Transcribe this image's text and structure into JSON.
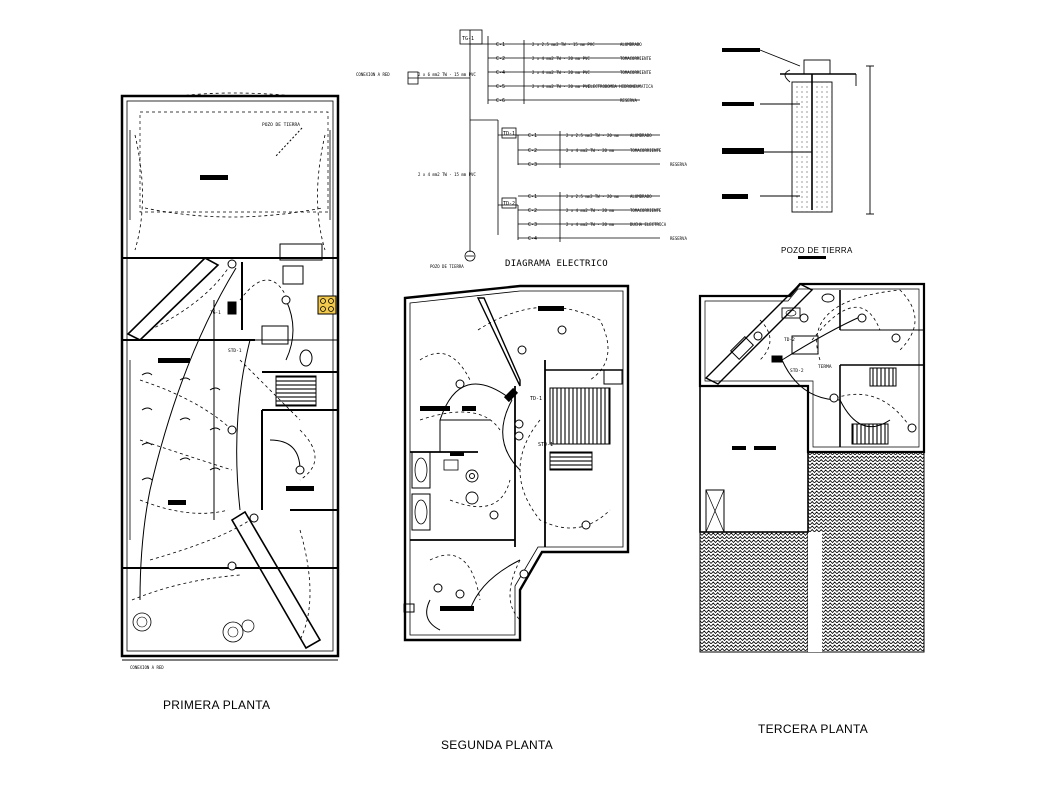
{
  "captions": {
    "primera": "PRIMERA PLANTA",
    "segunda": "SEGUNDA PLANTA",
    "tercera": "TERCERA PLANTA",
    "diagrama": "DIAGRAMA   ELECTRICO",
    "pozo": "POZO DE TIERRA"
  },
  "diagram": {
    "tg": "TG-1",
    "td1": "TD-1",
    "td2": "TD-2",
    "acometida": "CONEXION A RED",
    "acometida_cable": "2 x 6 mm2 TW - 15 mm PVC",
    "feeder": "2 x 4 mm2 TW - 15 mm PVC",
    "pozo_label": "POZO DE TIERRA",
    "tg_circuits": [
      {
        "id": "C-1",
        "cable": "2 x 2.5 mm2 TW - 15 mm PVC",
        "use": "ALUMBRADO"
      },
      {
        "id": "C-2",
        "cable": "2 x 4   mm2 TW - 20 mm PVC",
        "use": "TOMACORRIENTE"
      },
      {
        "id": "C-4",
        "cable": "2 x 4   mm2 TW - 20 mm PVC",
        "use": "TOMACORRIENTE"
      },
      {
        "id": "C-5",
        "cable": "2 x 4   mm2 TW - 20 mm PVC",
        "use": "ELECTROBOMBA HIDRONEUMATICA"
      },
      {
        "id": "C-6",
        "cable": "",
        "use": "RESERVA"
      }
    ],
    "td1_circuits": [
      {
        "id": "C-1",
        "cable": "2 x 2.5 mm2 TW - 20 mm",
        "use": "ALUMBRADO"
      },
      {
        "id": "C-2",
        "cable": "2 x 4   mm2 TW - 20 mm",
        "use": "TOMACORRIENTE"
      },
      {
        "id": "C-3",
        "cable": "",
        "use": "RESERVA"
      }
    ],
    "td2_circuits": [
      {
        "id": "C-1",
        "cable": "2 x 2.5 mm2 TW - 20 mm",
        "use": "ALUMBRADO"
      },
      {
        "id": "C-2",
        "cable": "2 x 4   mm2 TW - 20 mm",
        "use": "TOMACORRIENTE"
      },
      {
        "id": "C-3",
        "cable": "2 x 4   mm2 TW - 20 mm",
        "use": "DUCHA ELECTRICA"
      },
      {
        "id": "C-4",
        "cable": "",
        "use": "RESERVA"
      }
    ]
  },
  "plan_labels": {
    "p1_poso": "POZO DE TIERRA",
    "p1_tg": "TG-1",
    "p1_std": "STD-1",
    "p1_conexion": "CONEXION A RED",
    "p2_td": "TD-1",
    "p2_std": "STD-1",
    "p3_td": "TD-2",
    "p3_std": "STD-2",
    "p3_terma": "TERMA"
  },
  "colors": {
    "line": "#000000",
    "hatch": "#000000",
    "stove_fill": "#f2c94c",
    "background": "#ffffff"
  }
}
